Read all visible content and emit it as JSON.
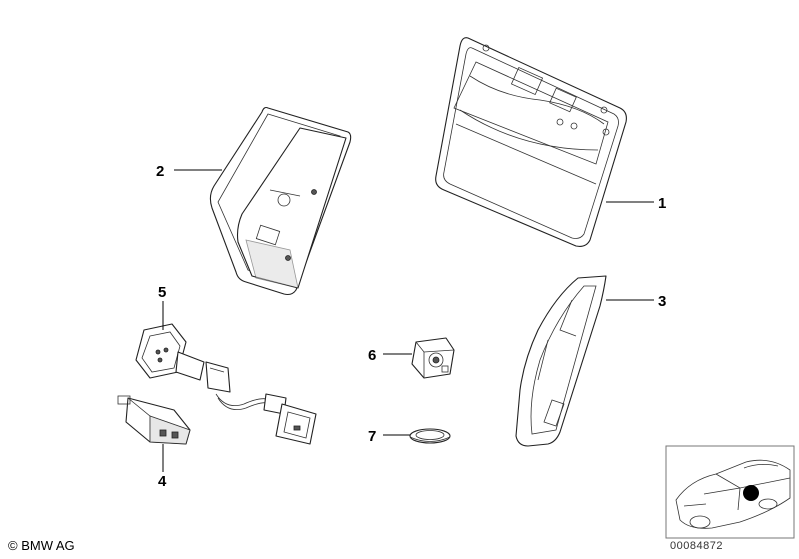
{
  "diagram": {
    "callouts": [
      {
        "id": "1",
        "label": "1"
      },
      {
        "id": "2",
        "label": "2"
      },
      {
        "id": "3",
        "label": "3"
      },
      {
        "id": "4",
        "label": "4"
      },
      {
        "id": "5",
        "label": "5"
      },
      {
        "id": "6",
        "label": "6"
      },
      {
        "id": "7",
        "label": "7"
      }
    ]
  },
  "footer": {
    "copyright": "© BMW AG",
    "document_number": "00084872"
  },
  "colors": {
    "line": "#222222",
    "background": "#ffffff",
    "locator_dot": "#000000"
  }
}
